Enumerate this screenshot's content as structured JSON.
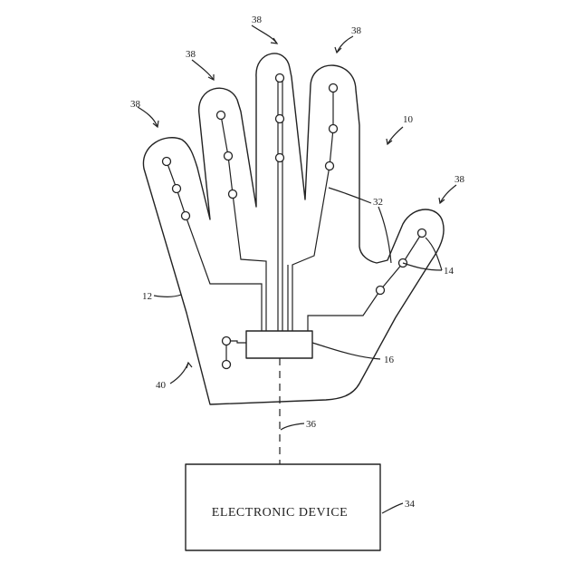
{
  "reference_numerals": {
    "glove_system": "10",
    "glove": "12",
    "sensors": "14",
    "controller": "16",
    "conductive_lines": "32",
    "electronic_device": "34",
    "wireless_link": "36",
    "finger_portion": "38",
    "palm_portion": "40"
  },
  "device_box": {
    "label": "ELECTRONIC DEVICE"
  }
}
